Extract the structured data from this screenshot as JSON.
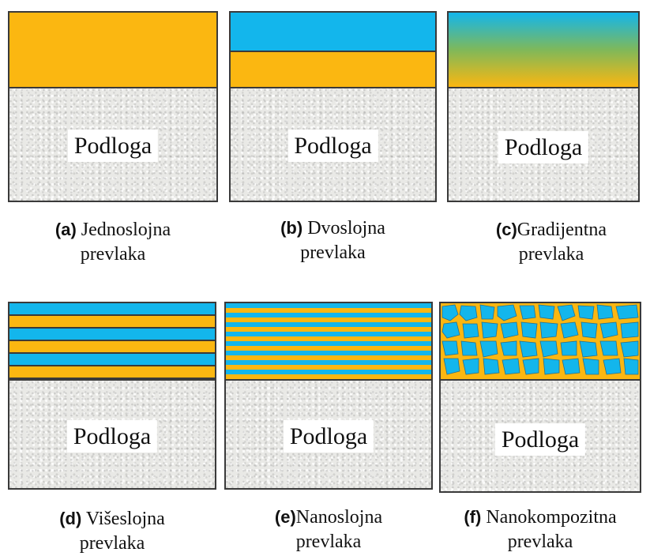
{
  "colors": {
    "yellow": "#fbb711",
    "blue": "#13b6ec",
    "substrate": "#e9e9e6",
    "border": "#3a3a3a"
  },
  "substrate_label": "Podloga",
  "panels": {
    "a": {
      "tag": "(a)",
      "line1": "Jednoslojna",
      "line2": "prevlaka"
    },
    "b": {
      "tag": "(b)",
      "line1": "Dvoslojna",
      "line2": "prevlaka"
    },
    "c": {
      "tag": "(c)",
      "line1": "Gradijentna",
      "line2": "prevlaka"
    },
    "d": {
      "tag": "(d)",
      "line1": "Višeslojna",
      "line2": "prevlaka"
    },
    "e": {
      "tag": "(e)",
      "line1": "Nanoslojna",
      "line2": "prevlaka"
    },
    "f": {
      "tag": "(f)",
      "line1": "Nanokompozitna",
      "line2": "prevlaka"
    }
  }
}
